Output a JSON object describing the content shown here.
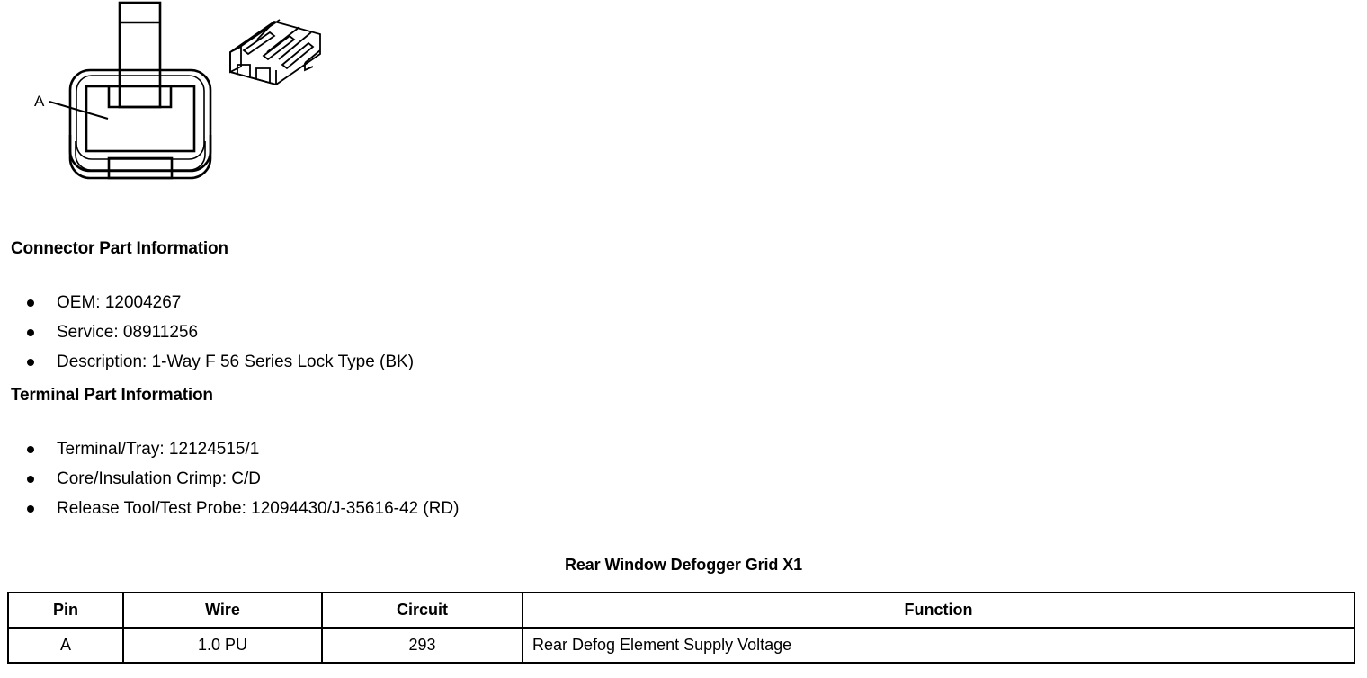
{
  "illustration": {
    "callout_label": "A",
    "parts": [
      {
        "name": "connector-front-view",
        "description": "Front view of 1-way female connector body with locking tab"
      },
      {
        "name": "terminal-isometric-view",
        "description": "Isometric view of connector housing"
      }
    ]
  },
  "connector_part_information": {
    "heading": "Connector Part Information",
    "items": [
      "OEM: 12004267",
      "Service: 08911256",
      "Description: 1-Way F 56 Series Lock Type (BK)"
    ]
  },
  "terminal_part_information": {
    "heading": "Terminal Part Information",
    "items": [
      "Terminal/Tray: 12124515/1",
      "Core/Insulation Crimp: C/D",
      "Release Tool/Test Probe: 12094430/J-35616-42 (RD)"
    ]
  },
  "pinout": {
    "title": "Rear Window Defogger Grid X1",
    "columns": [
      "Pin",
      "Wire",
      "Circuit",
      "Function"
    ],
    "rows": [
      {
        "pin": "A",
        "wire": "1.0 PU",
        "circuit": "293",
        "function": "Rear Defog Element Supply Voltage"
      }
    ]
  },
  "colors": {
    "ink": "#000000",
    "background": "#ffffff"
  }
}
